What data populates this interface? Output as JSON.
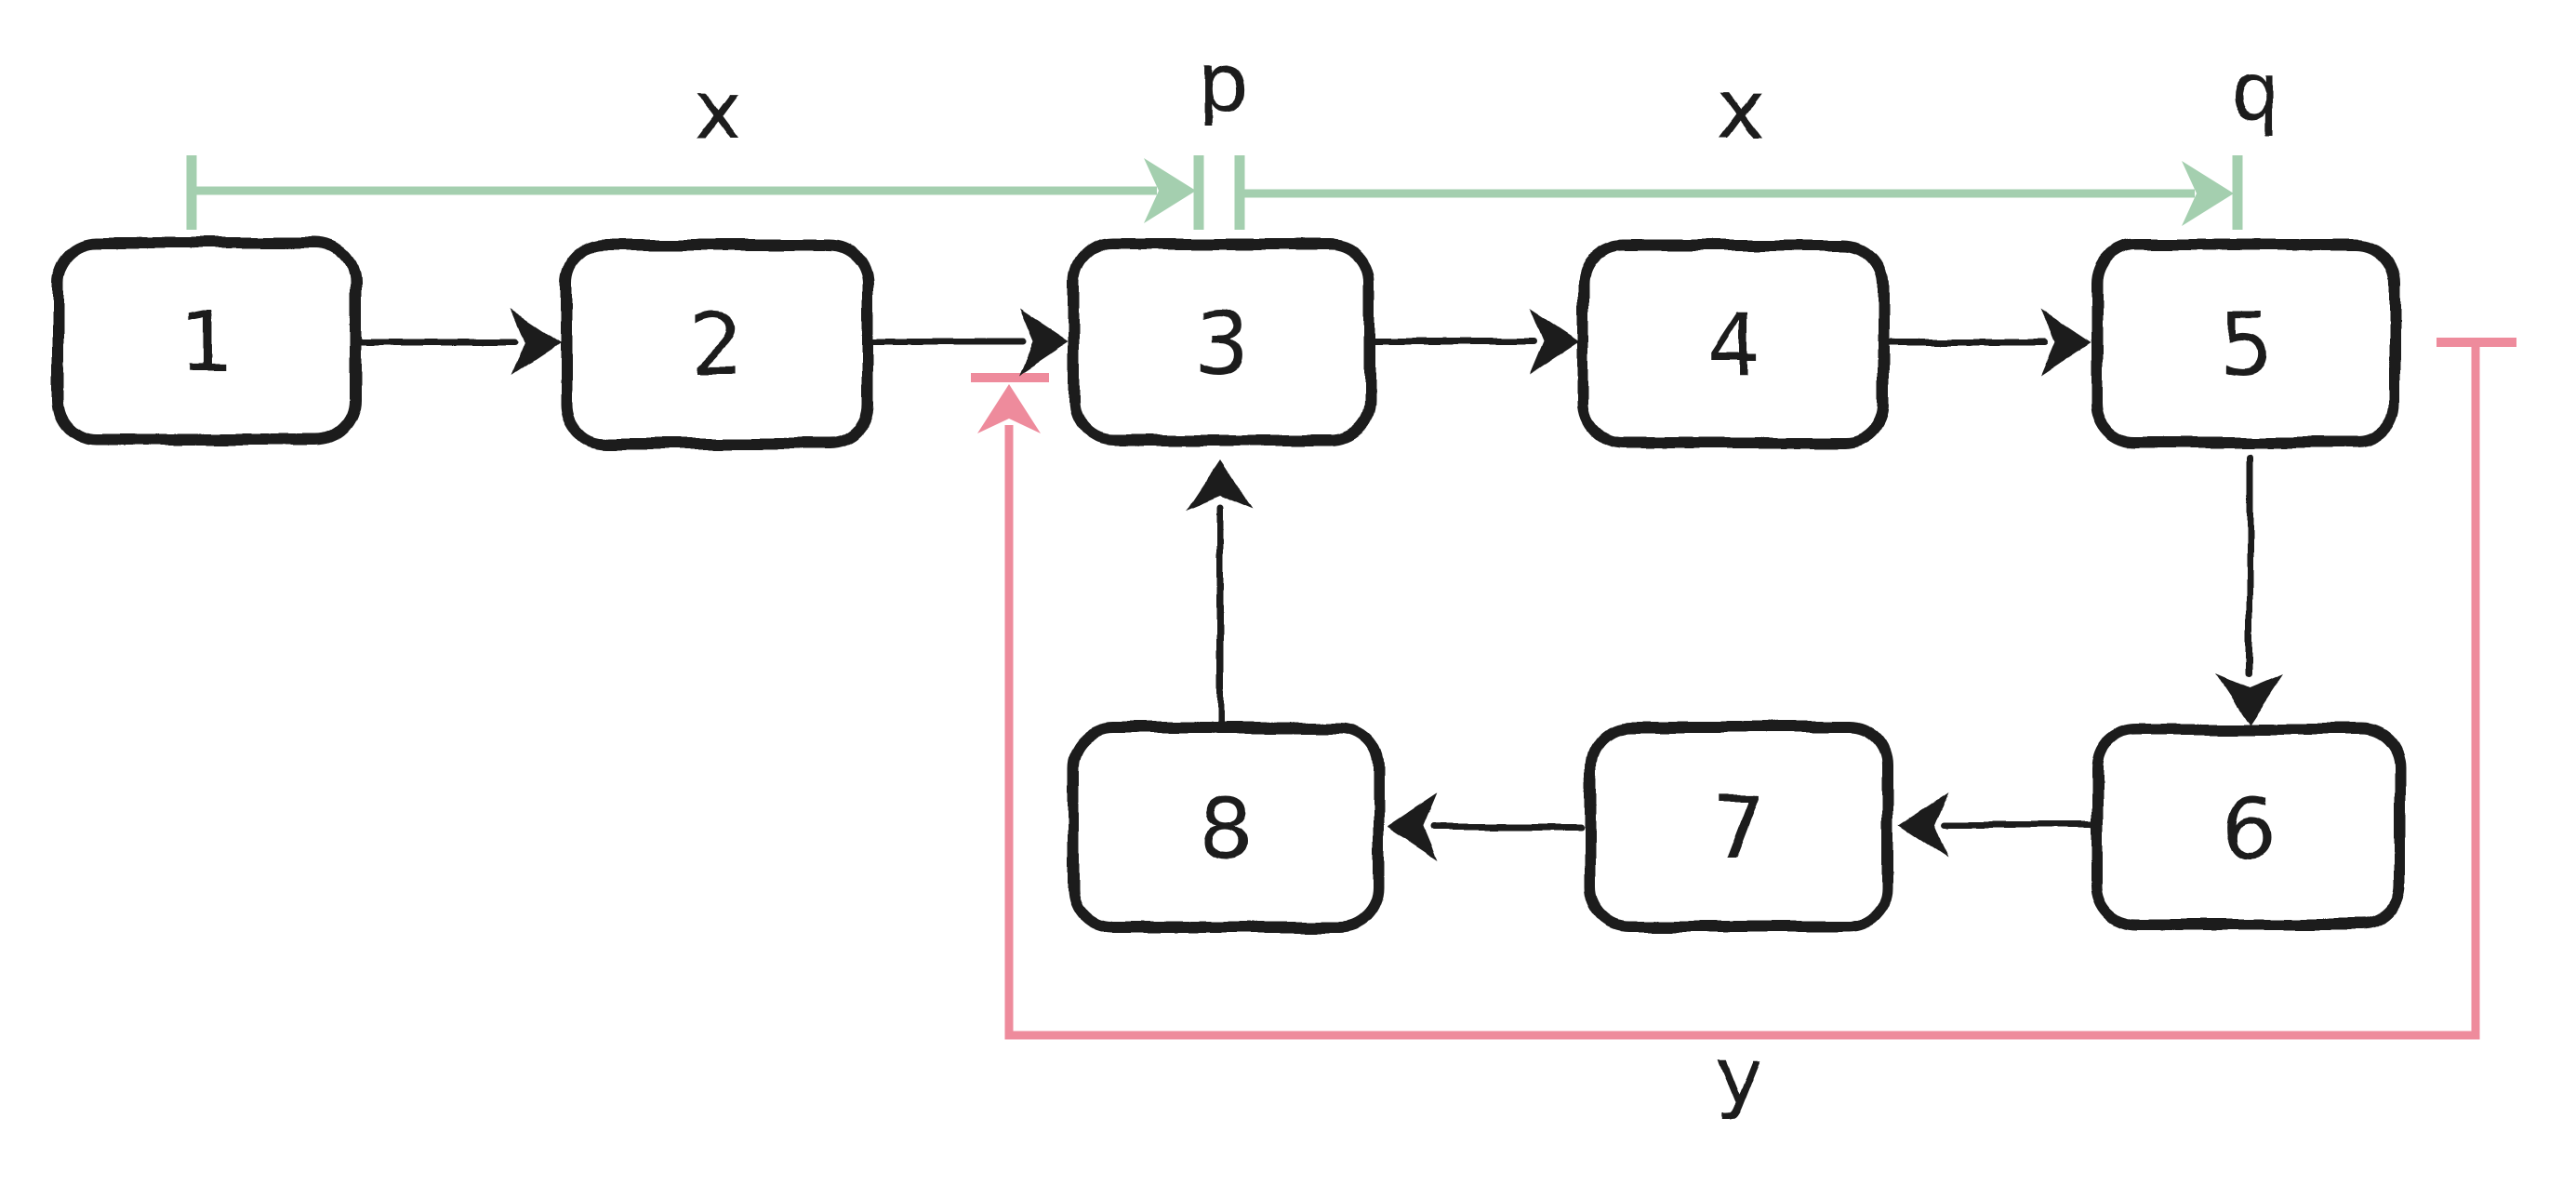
{
  "colors": {
    "ink": "#1d1d1d",
    "green": "#a4cfaf",
    "pink": "#ee8b9c",
    "highlight": "#56bdf8",
    "paper": "#ffffff"
  },
  "nodes": [
    {
      "label": "1",
      "highlighted": false
    },
    {
      "label": "2",
      "highlighted": false
    },
    {
      "label": "3",
      "highlighted": true
    },
    {
      "label": "4",
      "highlighted": false
    },
    {
      "label": "5",
      "highlighted": false
    },
    {
      "label": "6",
      "highlighted": false
    },
    {
      "label": "7",
      "highlighted": false
    },
    {
      "label": "8",
      "highlighted": false
    }
  ],
  "edges": [
    {
      "from": "1",
      "to": "2"
    },
    {
      "from": "2",
      "to": "3"
    },
    {
      "from": "3",
      "to": "4"
    },
    {
      "from": "4",
      "to": "5"
    },
    {
      "from": "5",
      "to": "6"
    },
    {
      "from": "6",
      "to": "7"
    },
    {
      "from": "7",
      "to": "8"
    },
    {
      "from": "8",
      "to": "3"
    }
  ],
  "markers": {
    "x_left": "x",
    "p": "p",
    "x_right": "x",
    "q": "q",
    "y": "y"
  }
}
